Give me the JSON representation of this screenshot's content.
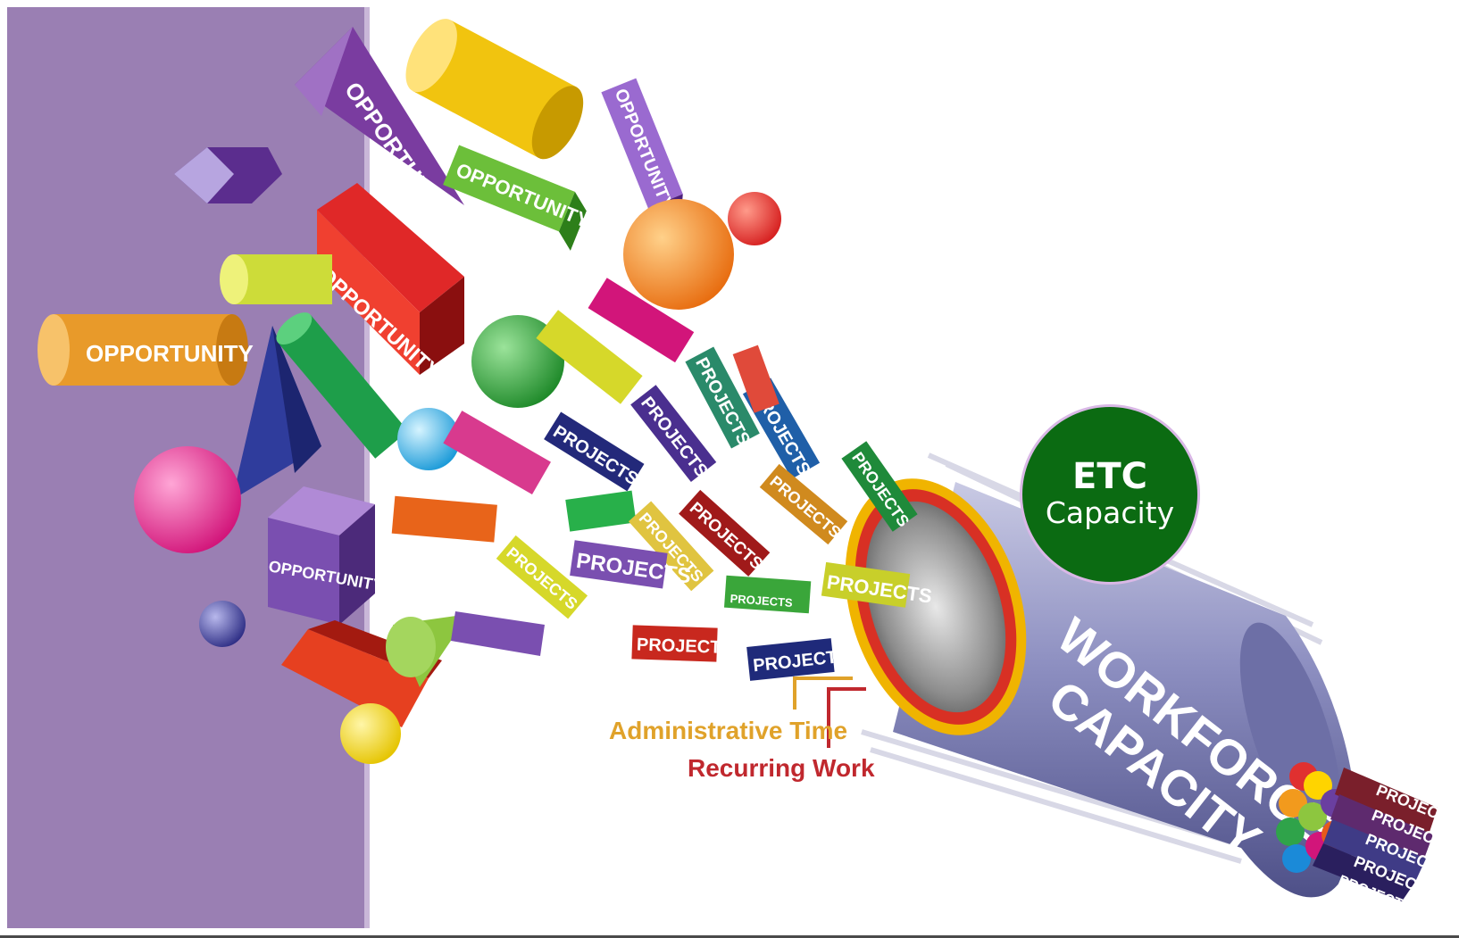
{
  "opportunity_label": "OPPORTUNITY",
  "projects_label": "PROJECTS",
  "project_label": "PROJECT",
  "legend": {
    "administrative_time": "Administrative Time",
    "recurring_work": "Recurring Work"
  },
  "pipe": {
    "line1": "WORKFORCE",
    "line2": "CAPACITY"
  },
  "badge": {
    "title": "ETC",
    "subtitle": "Capacity"
  },
  "colors": {
    "backdrop": "#9a7fb3",
    "badge": "#0b6b12",
    "admin_time": "#e0a22a",
    "recurring_work": "#c0282e",
    "pipe": "#7d7fb0"
  }
}
